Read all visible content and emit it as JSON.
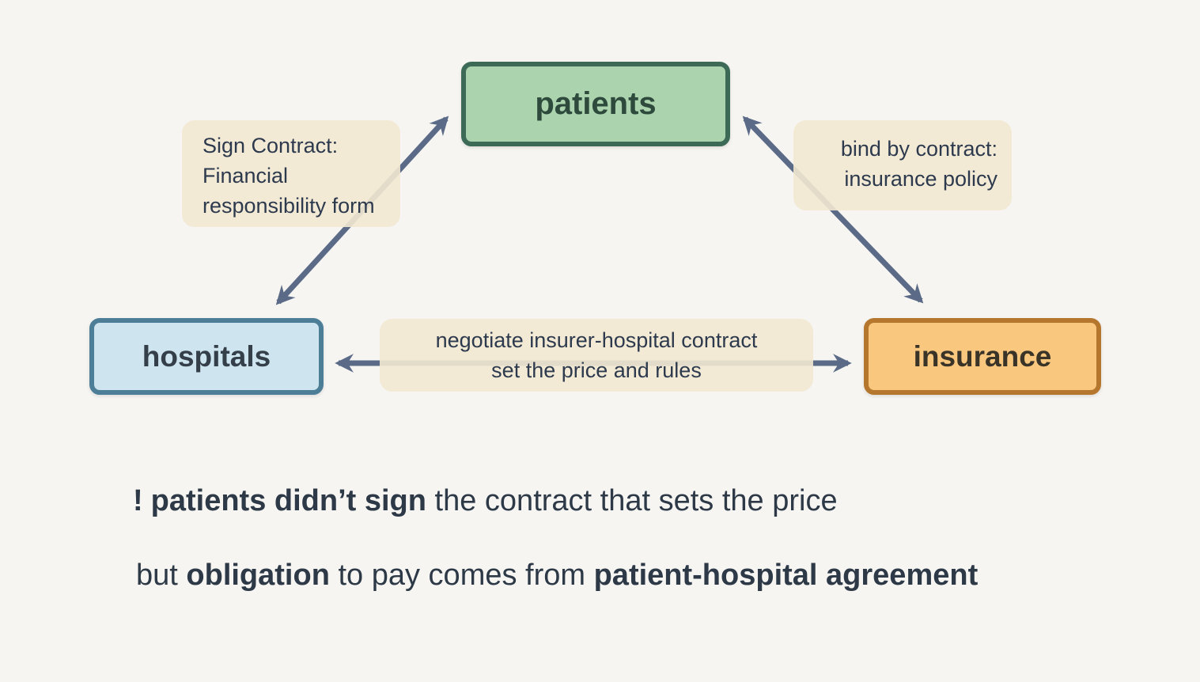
{
  "diagram": {
    "nodes": {
      "patients": {
        "label": "patients"
      },
      "hospitals": {
        "label": "hospitals"
      },
      "insurance": {
        "label": "insurance"
      }
    },
    "edges": {
      "patient_hospital": {
        "label_lines": [
          "Sign Contract:",
          "Financial",
          "responsibility form"
        ],
        "direction": "bidirectional"
      },
      "patient_insurance": {
        "label_lines": [
          "bind by contract:",
          "insurance policy"
        ],
        "direction": "bidirectional"
      },
      "hospital_insurance": {
        "label_lines": [
          "negotiate insurer-hospital contract",
          "set the price and rules"
        ],
        "direction": "bidirectional"
      }
    },
    "colors": {
      "background": "#f6f5f2",
      "patients_fill": "#abd3ae",
      "patients_border": "#3c6a57",
      "hospitals_fill": "#cee4ee",
      "hospitals_border": "#4c7e98",
      "insurance_fill": "#f9c87e",
      "insurance_border": "#b5772e",
      "edge_label_fill": "#f3e9d1",
      "arrow": "#5b6b87",
      "text_dark": "#2d3a4e"
    }
  },
  "note": {
    "line1": {
      "bang": "!",
      "bold1": "patients didn’t sign",
      "rest": " the contract that sets the price"
    },
    "line2": {
      "pre": "but ",
      "bold1": "obligation",
      "mid": " to pay comes from ",
      "bold2": "patient-hospital agreement"
    }
  }
}
